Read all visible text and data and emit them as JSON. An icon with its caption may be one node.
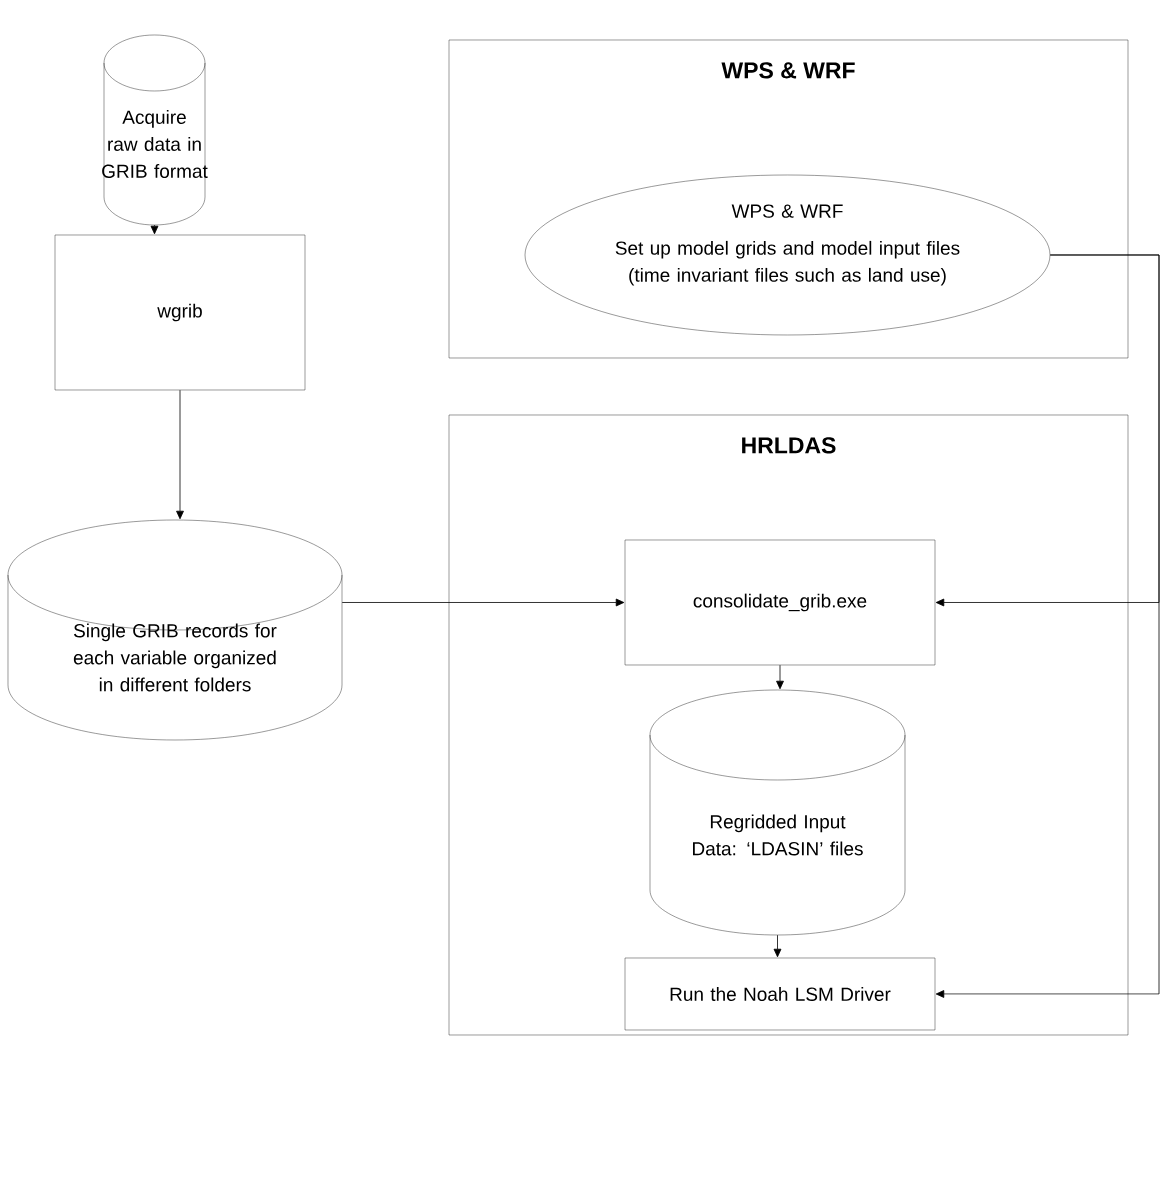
{
  "diagram": {
    "nodes": [
      {
        "text": [
          "Acquire raw data in GRIB format"
        ]
      },
      {
        "text": [
          "wgrib"
        ]
      },
      {
        "text": [
          "Single GRIB records for each variable organized in different folders"
        ]
      },
      {
        "text": [
          "WPS & WRF"
        ]
      },
      {
        "text": [
          "WPS & WRF",
          "Set up model grids and model input files (time invariant files such as land use)"
        ],
        "in": 3
      },
      {
        "text": [
          "HRLDAS"
        ]
      },
      {
        "text": [
          "consolidate_grib.exe"
        ],
        "in": 5
      },
      {
        "text": [
          "Regridded Input Data: ‘LDASIN’ files"
        ],
        "in": 5
      },
      {
        "text": [
          "Run the Noah LSM Driver"
        ],
        "in": 5
      }
    ],
    "edges": [
      {
        "from": 0,
        "to": 1,
        "arrow": "to"
      },
      {
        "from": 1,
        "to": 2,
        "arrow": "to"
      },
      {
        "from": 2,
        "to": 6,
        "arrow": "to"
      },
      {
        "from": 4,
        "to": 6,
        "arrow": "to"
      },
      {
        "from": 4,
        "to": 8,
        "arrow": "to"
      },
      {
        "from": 6,
        "to": 7,
        "arrow": "to"
      },
      {
        "from": 7,
        "to": 8,
        "arrow": "to"
      }
    ]
  }
}
